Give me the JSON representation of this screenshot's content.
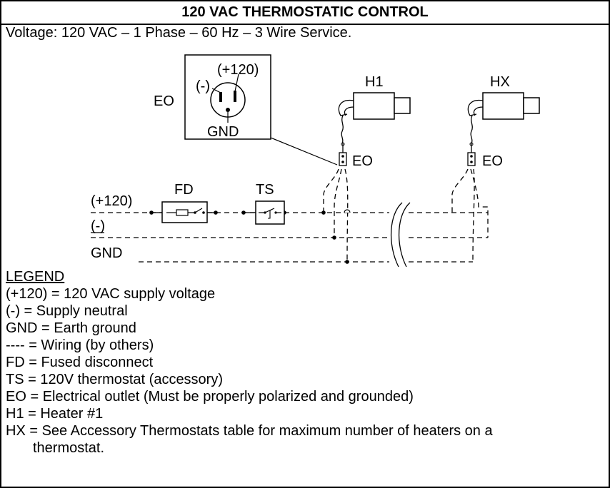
{
  "title": "120 VAC THERMOSTATIC CONTROL",
  "voltage_line": "Voltage:  120 VAC – 1 Phase – 60 Hz – 3 Wire Service.",
  "diagram": {
    "outlet_detail": {
      "label": "EO",
      "hot_label": "(+120)",
      "neutral_label": "(-)",
      "ground_label": "GND"
    },
    "heater_1": {
      "label": "H1",
      "outlet_label": "EO"
    },
    "heater_x": {
      "label": "HX",
      "outlet_label": "EO"
    },
    "fused_disconnect_label": "FD",
    "thermostat_label": "TS",
    "lines": {
      "hot": "(+120)",
      "neutral": "(-)",
      "ground": "GND"
    }
  },
  "legend": {
    "title": "LEGEND",
    "entries": [
      "(+120) = 120 VAC supply voltage",
      "(-) = Supply neutral",
      "GND = Earth ground",
      "---- = Wiring (by others)",
      "FD = Fused disconnect",
      "TS = 120V thermostat (accessory)",
      "EO = Electrical outlet (Must be properly polarized and grounded)",
      "H1 = Heater #1",
      "HX = See Accessory Thermostats table for maximum number of heaters on a"
    ],
    "entry_continuation": "thermostat."
  }
}
